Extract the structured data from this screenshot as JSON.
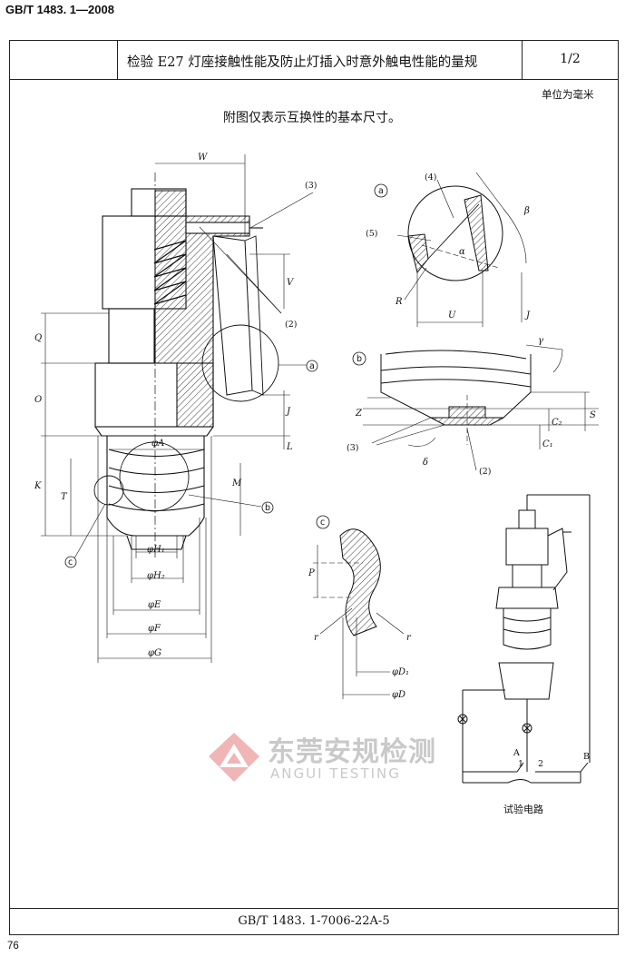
{
  "header": {
    "standard": "GB/T  1483. 1—2008"
  },
  "title_block": {
    "title": "检验 E27 灯座接触性能及防止灯插入时意外触电性能的量规",
    "sheet": "1/2"
  },
  "unit_note": "单位为毫米",
  "intro_note": "附图仅表示互换性的基本尺寸。",
  "main_view": {
    "dims": {
      "W": "W",
      "V": "V",
      "J": "J",
      "L": "L",
      "M": "M",
      "Q": "Q",
      "O": "O",
      "K": "K",
      "T": "T",
      "phiA": "φA",
      "phiH1": "φH₁",
      "phiH2": "φH₂",
      "phiE": "φE",
      "phiF": "φF",
      "phiG": "φG"
    },
    "callouts": {
      "c3": "(3)",
      "c2": "(2)",
      "a": "a",
      "b": "b",
      "c": "c"
    }
  },
  "detail_a": {
    "label": "a",
    "marks": {
      "c4": "(4)",
      "c5": "(5)",
      "beta": "β",
      "alpha": "α",
      "R": "R",
      "U": "U",
      "J": "J"
    }
  },
  "detail_b": {
    "label": "b",
    "marks": {
      "gamma": "γ",
      "Z": "Z",
      "S": "S",
      "C2": "C₂",
      "C1": "C₁",
      "delta": "δ",
      "c3": "(3)",
      "c2": "(2)"
    }
  },
  "detail_c": {
    "label": "c",
    "marks": {
      "P": "P",
      "r_left": "r",
      "r_right": "r",
      "phiD1": "φD₁",
      "phiD": "φD"
    }
  },
  "test_circuit": {
    "caption": "试验电路",
    "marks": {
      "A": "A",
      "B": "B",
      "n1": "1",
      "n2": "2"
    }
  },
  "watermark": {
    "cn": "东莞安规检测",
    "en": "ANGUI TESTING"
  },
  "footer": {
    "code": "GB/T 1483. 1-7006-22A-5"
  },
  "page_number": "76"
}
